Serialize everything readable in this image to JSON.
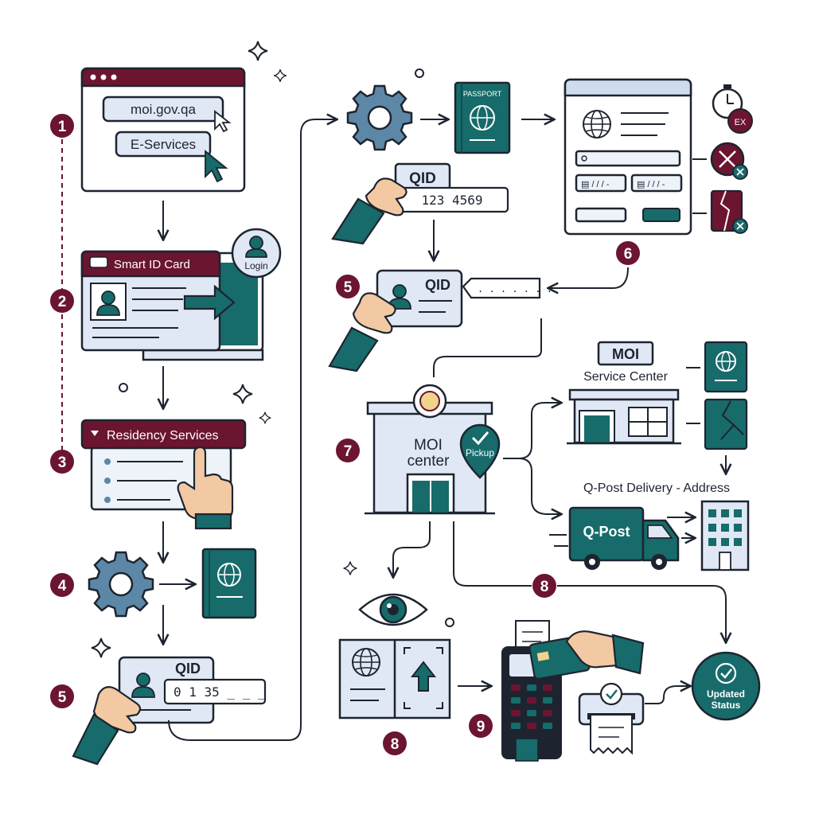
{
  "step_badges": {
    "s1": "1",
    "s2": "2",
    "s3": "3",
    "s4": "4",
    "s5a": "5",
    "s5b": "5",
    "s6": "6",
    "s7": "7",
    "s8a": "8",
    "s8b": "8",
    "s9": "9"
  },
  "browser": {
    "url": "moi.gov.qa",
    "eservices": "E-Services"
  },
  "login": {
    "smart_id": "Smart ID Card",
    "login": "Login"
  },
  "residency": {
    "menu": "Residency Services"
  },
  "qid_entry": {
    "card_label": "QID",
    "number": "0 1 35 _ _ _"
  },
  "top_flow": {
    "passport": "PASSPORT",
    "qid_label": "QID",
    "qid_number": "123 4569"
  },
  "form": {
    "date_a": "▤ / / / -",
    "date_b": "▤ / / / -",
    "expired": "EX"
  },
  "qid_verify": {
    "card_label": "QID",
    "field": ". . . . . . ."
  },
  "center": {
    "title_1": "MOI",
    "title_2": "center",
    "pickup": "Pickup"
  },
  "service_center": {
    "title_1": "MOI",
    "title_2": "Service Center"
  },
  "delivery": {
    "title": "Q-Post Delivery - Address",
    "truck": "Q-Post"
  },
  "status": {
    "line_1": "Updated",
    "line_2": "Status"
  },
  "colors": {
    "navy": "#1d2430",
    "teal": "#176b6a",
    "maroon": "#6b1530",
    "panel": "#dfe8f4",
    "gear": "#5d87a6",
    "skin": "#f2c9a2"
  }
}
